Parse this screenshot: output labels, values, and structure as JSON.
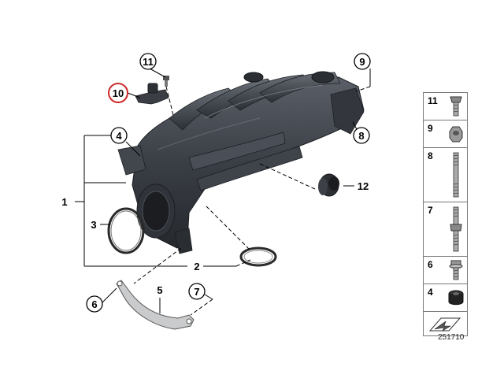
{
  "callouts": {
    "c1": "1",
    "c2": "2",
    "c3": "3",
    "c4": "4",
    "c5": "5",
    "c6": "6",
    "c7": "7",
    "c8": "8",
    "c9": "9",
    "c10": "10",
    "c11": "11",
    "c12": "12"
  },
  "highlight_color": "#cc2a2a",
  "parts_panel": [
    {
      "num": "11",
      "icon": "torx-bolt-icon"
    },
    {
      "num": "9",
      "icon": "hex-nut-icon"
    },
    {
      "num": "8",
      "icon": "stud-bolt-icon"
    },
    {
      "num": "7",
      "icon": "double-stud-icon"
    },
    {
      "num": "6",
      "icon": "flange-bolt-icon"
    },
    {
      "num": "4",
      "icon": "rubber-bushing-icon"
    }
  ],
  "reference_number": "251710"
}
